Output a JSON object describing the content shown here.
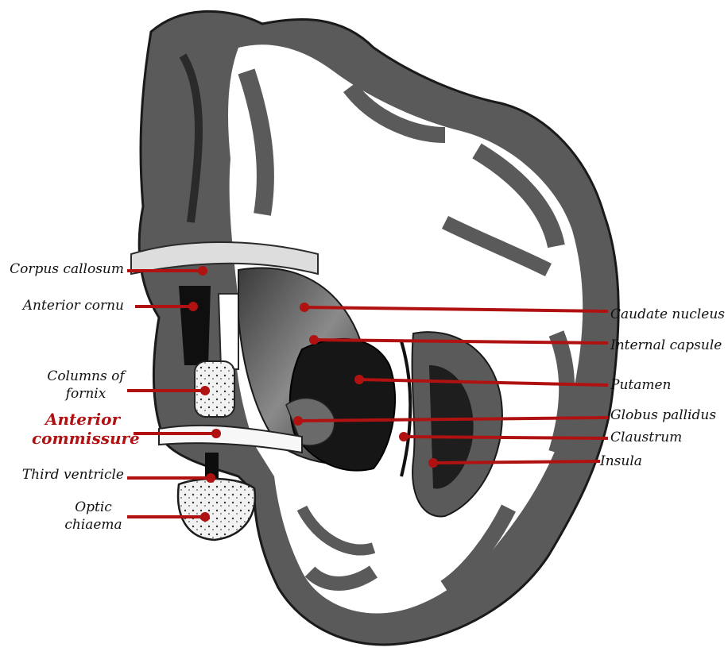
{
  "labels_left": [
    {
      "id": "corpus-callosum",
      "lines": [
        "Corpus callosum"
      ]
    },
    {
      "id": "anterior-cornu",
      "lines": [
        "Anterior cornu"
      ]
    },
    {
      "id": "columns-of-fornix",
      "lines": [
        "Columns of",
        "fornix"
      ]
    },
    {
      "id": "anterior-commissure",
      "lines": [
        "Anterior",
        "commissure"
      ]
    },
    {
      "id": "third-ventricle",
      "lines": [
        "Third ventricle"
      ]
    },
    {
      "id": "optic-chiaema",
      "lines": [
        "Optic",
        "chiaema"
      ]
    }
  ],
  "labels_right": [
    {
      "id": "caudate-nucleus",
      "lines": [
        "Caudate nucleus"
      ]
    },
    {
      "id": "internal-capsule",
      "lines": [
        "Internal capsule"
      ]
    },
    {
      "id": "putamen",
      "lines": [
        "Putamen"
      ]
    },
    {
      "id": "globus-pallidus",
      "lines": [
        "Globus pallidus"
      ]
    },
    {
      "id": "claustrum",
      "lines": [
        "Claustrum"
      ]
    },
    {
      "id": "insula",
      "lines": [
        "Insula"
      ]
    }
  ],
  "colors": {
    "leader": "#b01212",
    "emphasis": "#b01212",
    "cortex": "#5a5a5a",
    "cortex_dark": "#2a2a2a",
    "white_matter": "#ffffff",
    "deep_nucleus": "#1a1a1a"
  }
}
